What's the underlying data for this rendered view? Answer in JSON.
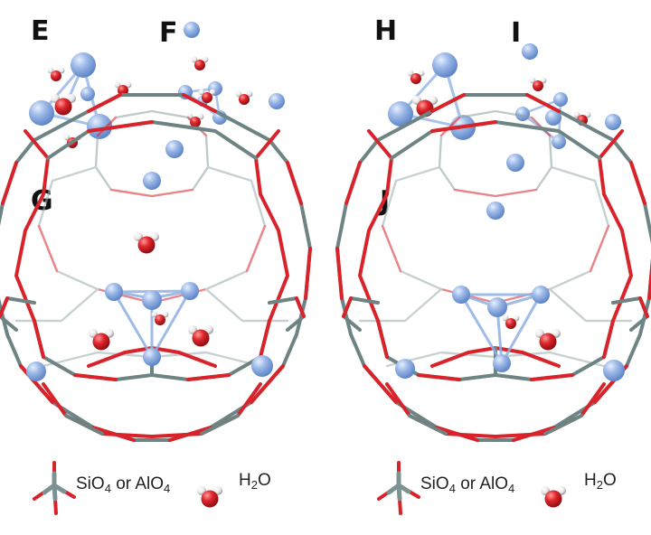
{
  "labels": {
    "E": "E",
    "F": "F",
    "G": "G",
    "H": "H",
    "I": "I",
    "J": "J"
  },
  "legend": {
    "framework_pre": "SiO",
    "framework_sub1": "4",
    "framework_mid": " or AlO",
    "framework_sub2": "4",
    "water_pre": "H",
    "water_sub": "2",
    "water_post": "O"
  },
  "colors": {
    "oxygen": "#d8232a",
    "tetra_atom": "#8a9c9c",
    "cation": "#9bb8e6",
    "cation_dark": "#5f86c9",
    "hydrogen": "#eeeeee"
  }
}
